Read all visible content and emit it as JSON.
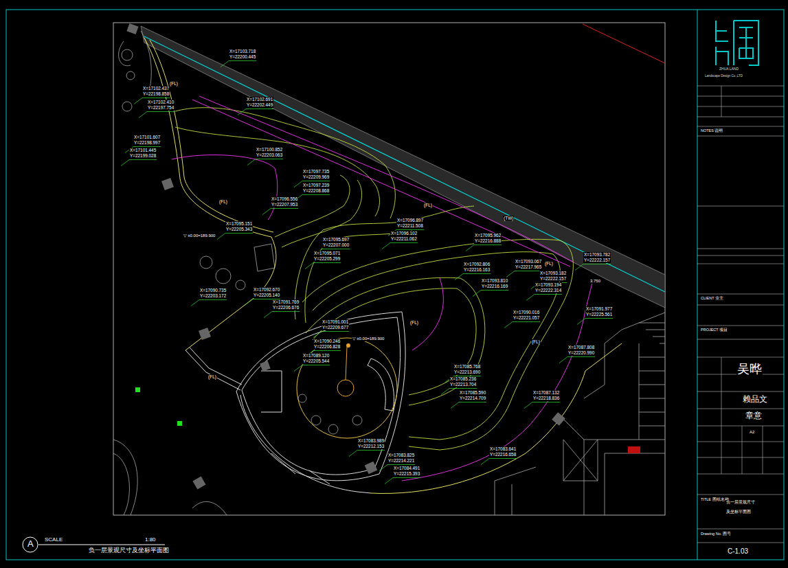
{
  "diagram": {
    "title": "负一层景观尺寸及坐标平面图",
    "labels": [
      "X=17103.718",
      "Y=22200.445",
      "X=17102.437",
      "Y=22198.858",
      "X=17102.691",
      "Y=22202.449",
      "X=17102.410",
      "Y=22197.754",
      "X=17101.607",
      "Y=22198.997",
      "X=17101.445",
      "Y=22199.028",
      "X=17100.852",
      "Y=22203.063",
      "X=17097.735",
      "Y=22209.969",
      "X=17097.239",
      "Y=22208.868",
      "X=17096.556",
      "Y=22207.953",
      "X=17096.897",
      "Y=22211.508",
      "X=17096.102",
      "Y=22211.062",
      "X=17095.151",
      "Y=22205.343",
      "X=17095.697",
      "Y=22207.000",
      "X=17095.071",
      "Y=22205.299",
      "X=17095.962",
      "Y=22216.888",
      "X=17093.782",
      "Y=22222.157",
      "X=17092.806",
      "Y=22216.163",
      "X=17093.067",
      "Y=22217.965",
      "X=17093.182",
      "Y=22222.157",
      "X=17093.810",
      "Y=22216.169",
      "X=17093.194",
      "Y=22222.314",
      "X=17090.735",
      "Y=22203.172",
      "X=17092.670",
      "Y=22205.140",
      "X=17091.769",
      "Y=22206.676",
      "X=17090.016",
      "Y=22221.057",
      "X=17091.977",
      "Y=22225.561",
      "X=17091.001",
      "Y=22209.677",
      "X=17090.246",
      "Y=22206.828",
      "X=17089.120",
      "Y=22205.544",
      "X=17087.808",
      "Y=22220.990",
      "X=17085.768",
      "Y=22213.690",
      "X=17085.236",
      "Y=22213.704",
      "X=17085.590",
      "Y=22214.709",
      "X=17087.132",
      "Y=22218.836",
      "X=17083.989",
      "Y=22212.153",
      "X=17083.641",
      "Y=22216.658",
      "X=17083.825",
      "Y=22214.221",
      "X=17084.491",
      "Y=22215.393",
      "(FL)",
      "(FL)",
      "(FL)",
      "(FL)",
      "(FL)",
      "(FL)",
      "(FL)",
      "(TW)",
      "▽ ±0.00=189.900",
      "▽ ±0.00=189.900",
      "3.750",
      "ZHUA LAND",
      "Landscape Design Co.,LTD",
      "NOTES 说明",
      "CLIENT 业主",
      "PROJECT 项目",
      "吴晔",
      "赖品文",
      "章意",
      "A2",
      "TITLE 图纸名称",
      "负一层景观尺寸",
      "及坐标平面图",
      "Drawing No. 图号",
      "C-1.03",
      "A",
      "SCALE",
      "1:80"
    ]
  }
}
